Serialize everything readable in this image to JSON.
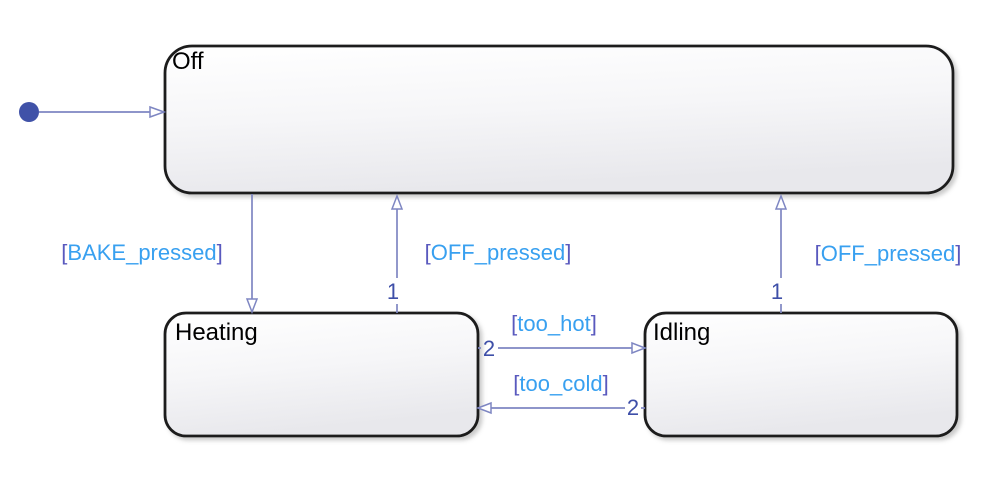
{
  "diagram": {
    "type": "stateflow-state-machine",
    "colors": {
      "background": "#ffffff",
      "state-border": "#1c1c1c",
      "state-label": "#000000",
      "state-fill-top": "#ffffff",
      "state-fill-mid": "#f6f6f8",
      "state-fill-bottom": "#e8e8ec",
      "transition-line": "#7e86c2",
      "condition-text": "#38a0f0",
      "bracket-text": "#5959be",
      "order-number": "#3e4fa8",
      "initial-dot": "#4052a8"
    },
    "states": [
      {
        "label": "Off"
      },
      {
        "label": "Heating"
      },
      {
        "label": "Idling"
      }
    ],
    "transitions": {
      "initial": {
        "to": "Off"
      },
      "bake": {
        "from": "Off",
        "to": "Heating",
        "open": "[",
        "condition": "BAKE_pressed",
        "close": "]"
      },
      "off_from_heating": {
        "from": "Heating",
        "to": "Off",
        "open": "[",
        "condition": "OFF_pressed",
        "close": "]",
        "order": "1"
      },
      "off_from_idling": {
        "from": "Idling",
        "to": "Off",
        "open": "[",
        "condition": "OFF_pressed",
        "close": "]",
        "order": "1"
      },
      "too_hot": {
        "from": "Heating",
        "to": "Idling",
        "open": "[",
        "condition": "too_hot",
        "close": "]",
        "order": "2"
      },
      "too_cold": {
        "from": "Idling",
        "to": "Heating",
        "open": "[",
        "condition": "too_cold",
        "close": "]",
        "order": "2"
      }
    }
  }
}
